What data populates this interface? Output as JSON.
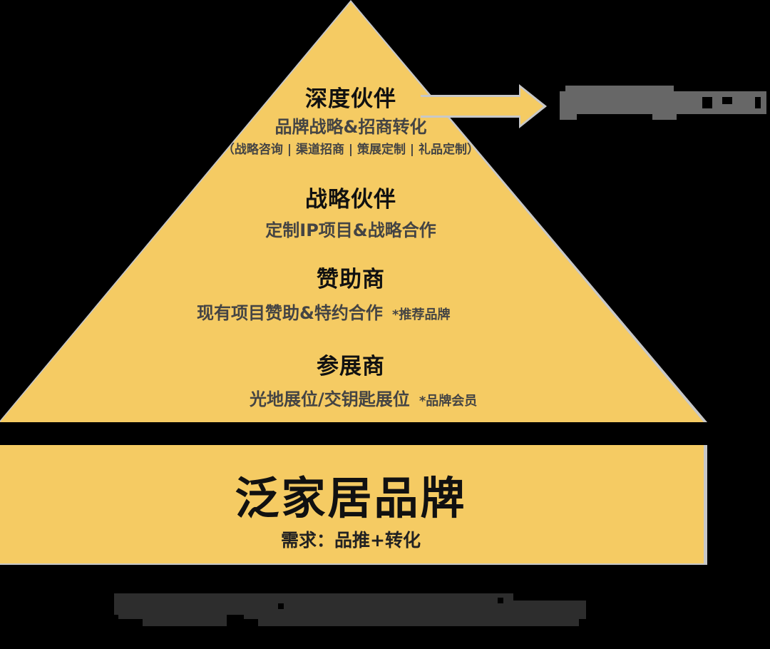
{
  "colors": {
    "background": "#000000",
    "pyramid_fill": "#F5CB63",
    "edge_halo": "#C8C8C8",
    "title_text": "#111111",
    "sub_text": "#444444",
    "redacted_label": "#676767",
    "redacted_caption": "#2D2D2D"
  },
  "pyramid": {
    "tiers": [
      {
        "title": "深度伙伴",
        "subtitle": "品牌战略&招商转化",
        "note": "（战略咨询 | 渠道招商 | 策展定制 | 礼品定制）"
      },
      {
        "title": "战略伙伴",
        "subtitle": "定制IP项目&战略合作"
      },
      {
        "title": "赞助商",
        "subtitle": "现有项目赞助&特约合作",
        "tag": "*推荐品牌"
      },
      {
        "title": "参展商",
        "subtitle": "光地展位/交钥匙展位",
        "tag": "*品牌会员"
      }
    ],
    "arrow": {
      "icon": "arrow-right-icon",
      "target_label_redacted": true
    }
  },
  "base": {
    "title": "泛家居品牌",
    "subtitle": "需求：品推+转化"
  },
  "caption": {
    "redacted": true
  }
}
